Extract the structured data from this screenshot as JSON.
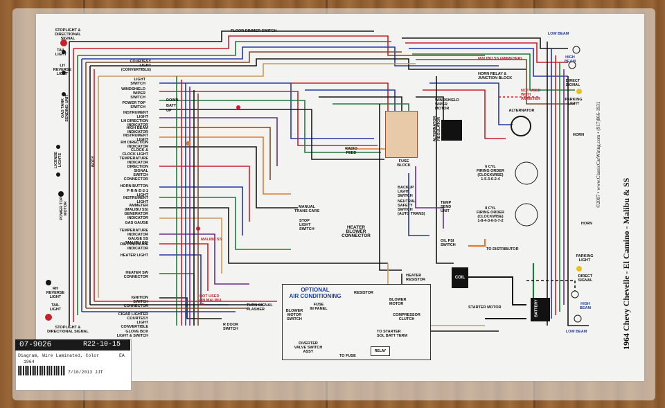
{
  "diagram": {
    "title": "1964 Chevy Chevelle - El Camino - Malibu & SS",
    "copyright": "©2007 • www.ClassicCarWiring.com • (917)866-1931",
    "left_labels": [
      "STOPLIGHT &\nDIRECTIONAL\nSIGNAL",
      "TAIL\nLIGHT",
      "LH\nREVERSE\nLIGHT",
      "GAS TANK\nSENDING UNIT",
      "LICENSE\nLIGHTS",
      "POWER TOP\nMOTOR",
      "RH\nREVERSE\nLIGHT",
      "TAIL\nLIGHT",
      "STOPLIGHT &\nDIRECTIONAL SIGNAL"
    ],
    "dash_labels": [
      "COURTESY\nLIGHT\n(CONVERTIBLE)",
      "LIGHT\nSWITCH",
      "WINDSHIELD\nWIPER\nSWITCH",
      "POWER TOP\nSWITCH",
      "INSTRUMENT\nLIGHT",
      "LH DIRECTION\nINDICATOR",
      "HIGH BEAM\nINDICATOR",
      "INSTRUMENT\nLIGHT",
      "RH DIRECTION\nINDICATOR",
      "CLOCK &\nCLOCK LIGHT",
      "TEMPERATURE\nINDICATOR",
      "DIRECTION\nSIGNAL\nSWITCH\nCONNECTOR",
      "HORN BUTTON",
      "P-R-N-D-2-1\nLIGHT",
      "INSTRUMENT\nLIGHT",
      "AMMETER\n(MALIBU SS)",
      "GENERATOR\nINDICATOR",
      "GAS GAUGE",
      "TEMPERATURE\nINDICATOR\nGAUGE SS\n(MALIBU SS)",
      "OIL PRESSURE\nINDICATOR",
      "HEATER LIGHT",
      "HEATER SW\nCONNECTOR",
      "IGNITION\nSWITCH\nCONNECTOR",
      "CIGAR LIGHTER",
      "COURTESY\nLIGHT\nCONVERTIBLE",
      "GLOVE BOX\nLIGHT & SWITCH"
    ],
    "center_labels": {
      "floor_dimmer": "FLOOR DIMMER SWITCH",
      "body": "BODY",
      "radio": "RADIO\nFEED",
      "fuse_block": "FUSE\nBLOCK",
      "backup": "BACKUP\nLIGHT\nSWITCH",
      "neutral": "NEUTRAL\nSAFETY\nSWITCH\n(AUTO TRANS)",
      "manual": "MANUAL\nTRANS CARS",
      "stop": "STOP\nLIGHT\nSWITCH",
      "heater_blower": "HEATER\nBLOWER\nCONNECTOR",
      "heater_resistor": "HEATER\nRESISTOR",
      "turn_flasher": "TURN SIGNAL\nFLASHER",
      "r_door": "R DOOR\nSWITCH",
      "malibu_ss": "MALIBU SS",
      "not_used": "NOT USED\nON MALIBU\nSS",
      "down": "DOWN",
      "batt": "BATT",
      "up": "UP"
    },
    "ac": {
      "title": "OPTIONAL\nAIR CONDITIONING",
      "fuse": "FUSE\nIN PANEL",
      "blower_sw": "BLOWER\nMOTOR\nSWITCH",
      "resistor": "RESISTOR",
      "blower_motor": "BLOWER\nMOTOR",
      "compressor": "COMPRESSOR\nCLUTCH",
      "to_starter": "TO STARTER\nSOL BATT TERM",
      "diverter": "DIVERTER\nVALVE SWITCH\nASSY",
      "to_fuse": "TO FUSE",
      "relay": "RELAY"
    },
    "engine_labels": {
      "windshield_motor": "WINDSHIELD\nWIPER\nMOTOR",
      "malibu_ammeter": "MALIBU SS (AMMETER)",
      "horn_relay": "HORN RELAY &\nJUNCTION BLOCK",
      "not_used2": "NOT USED WITH\nAMMETER",
      "alternator": "ALTERNATOR",
      "regulator": "ALTERNATOR\nREGULATOR",
      "temp_send": "TEMP\nSEND\nUNIT",
      "oil_psi": "OIL PSI\nSWITCH",
      "to_distributor": "TO DISTRIBUTOR",
      "coil": "COIL",
      "starter": "STARTER MOTOR",
      "battery": "BATTERY",
      "firing6": "6 CYL\nFIRING ORDER\n(CLOCKWISE)\n1-5-3-6-2-4",
      "firing8": "8 CYL\nFIRING ORDER\n(CLOCKWISE)\n1-8-4-3-6-5-7-2"
    },
    "right_labels": {
      "low_beam_top": "LOW BEAM",
      "high_beam_top": "HIGH\nBEAM",
      "direct_top": "DIRECT\nSIGNAL",
      "parking_top": "PARKING\nLIGHT",
      "horn_top": "HORN",
      "horn_bottom": "HORN",
      "parking_bottom": "PARKING\nLIGHT",
      "direct_bottom": "DIRECT\nSIGNAL",
      "high_beam_bottom": "HIGH\nBEAM",
      "low_beam_bottom": "LOW BEAM"
    }
  },
  "price_tag": {
    "code": "07-9026",
    "date": "R22-10-15",
    "line1": "Diagram, Wire Laminated, Color",
    "line1_suffix": "EA",
    "line2": "1964",
    "line3": "7/10/2013 JJT"
  },
  "colors": {
    "red": "#c8202a",
    "green": "#1f7a3a",
    "blue": "#2236a8",
    "black": "#161616",
    "orange": "#e07a2a",
    "brown": "#7a4a2a",
    "purple": "#6a2a8a",
    "tan": "#c89a5a"
  }
}
